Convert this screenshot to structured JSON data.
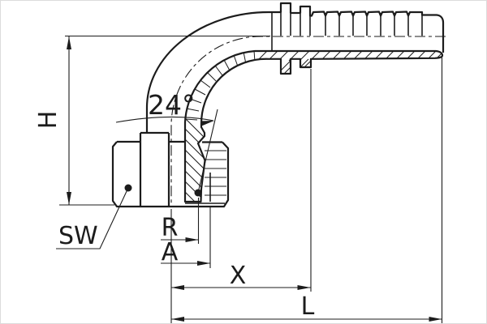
{
  "drawing": {
    "background": "#ffffff",
    "line_color": "#1c1c1c",
    "labels": {
      "height": "H",
      "wrench_size": "SW",
      "radius": "R",
      "dim_a": "A",
      "dim_x": "X",
      "length": "L",
      "cone_angle": "24°"
    }
  }
}
